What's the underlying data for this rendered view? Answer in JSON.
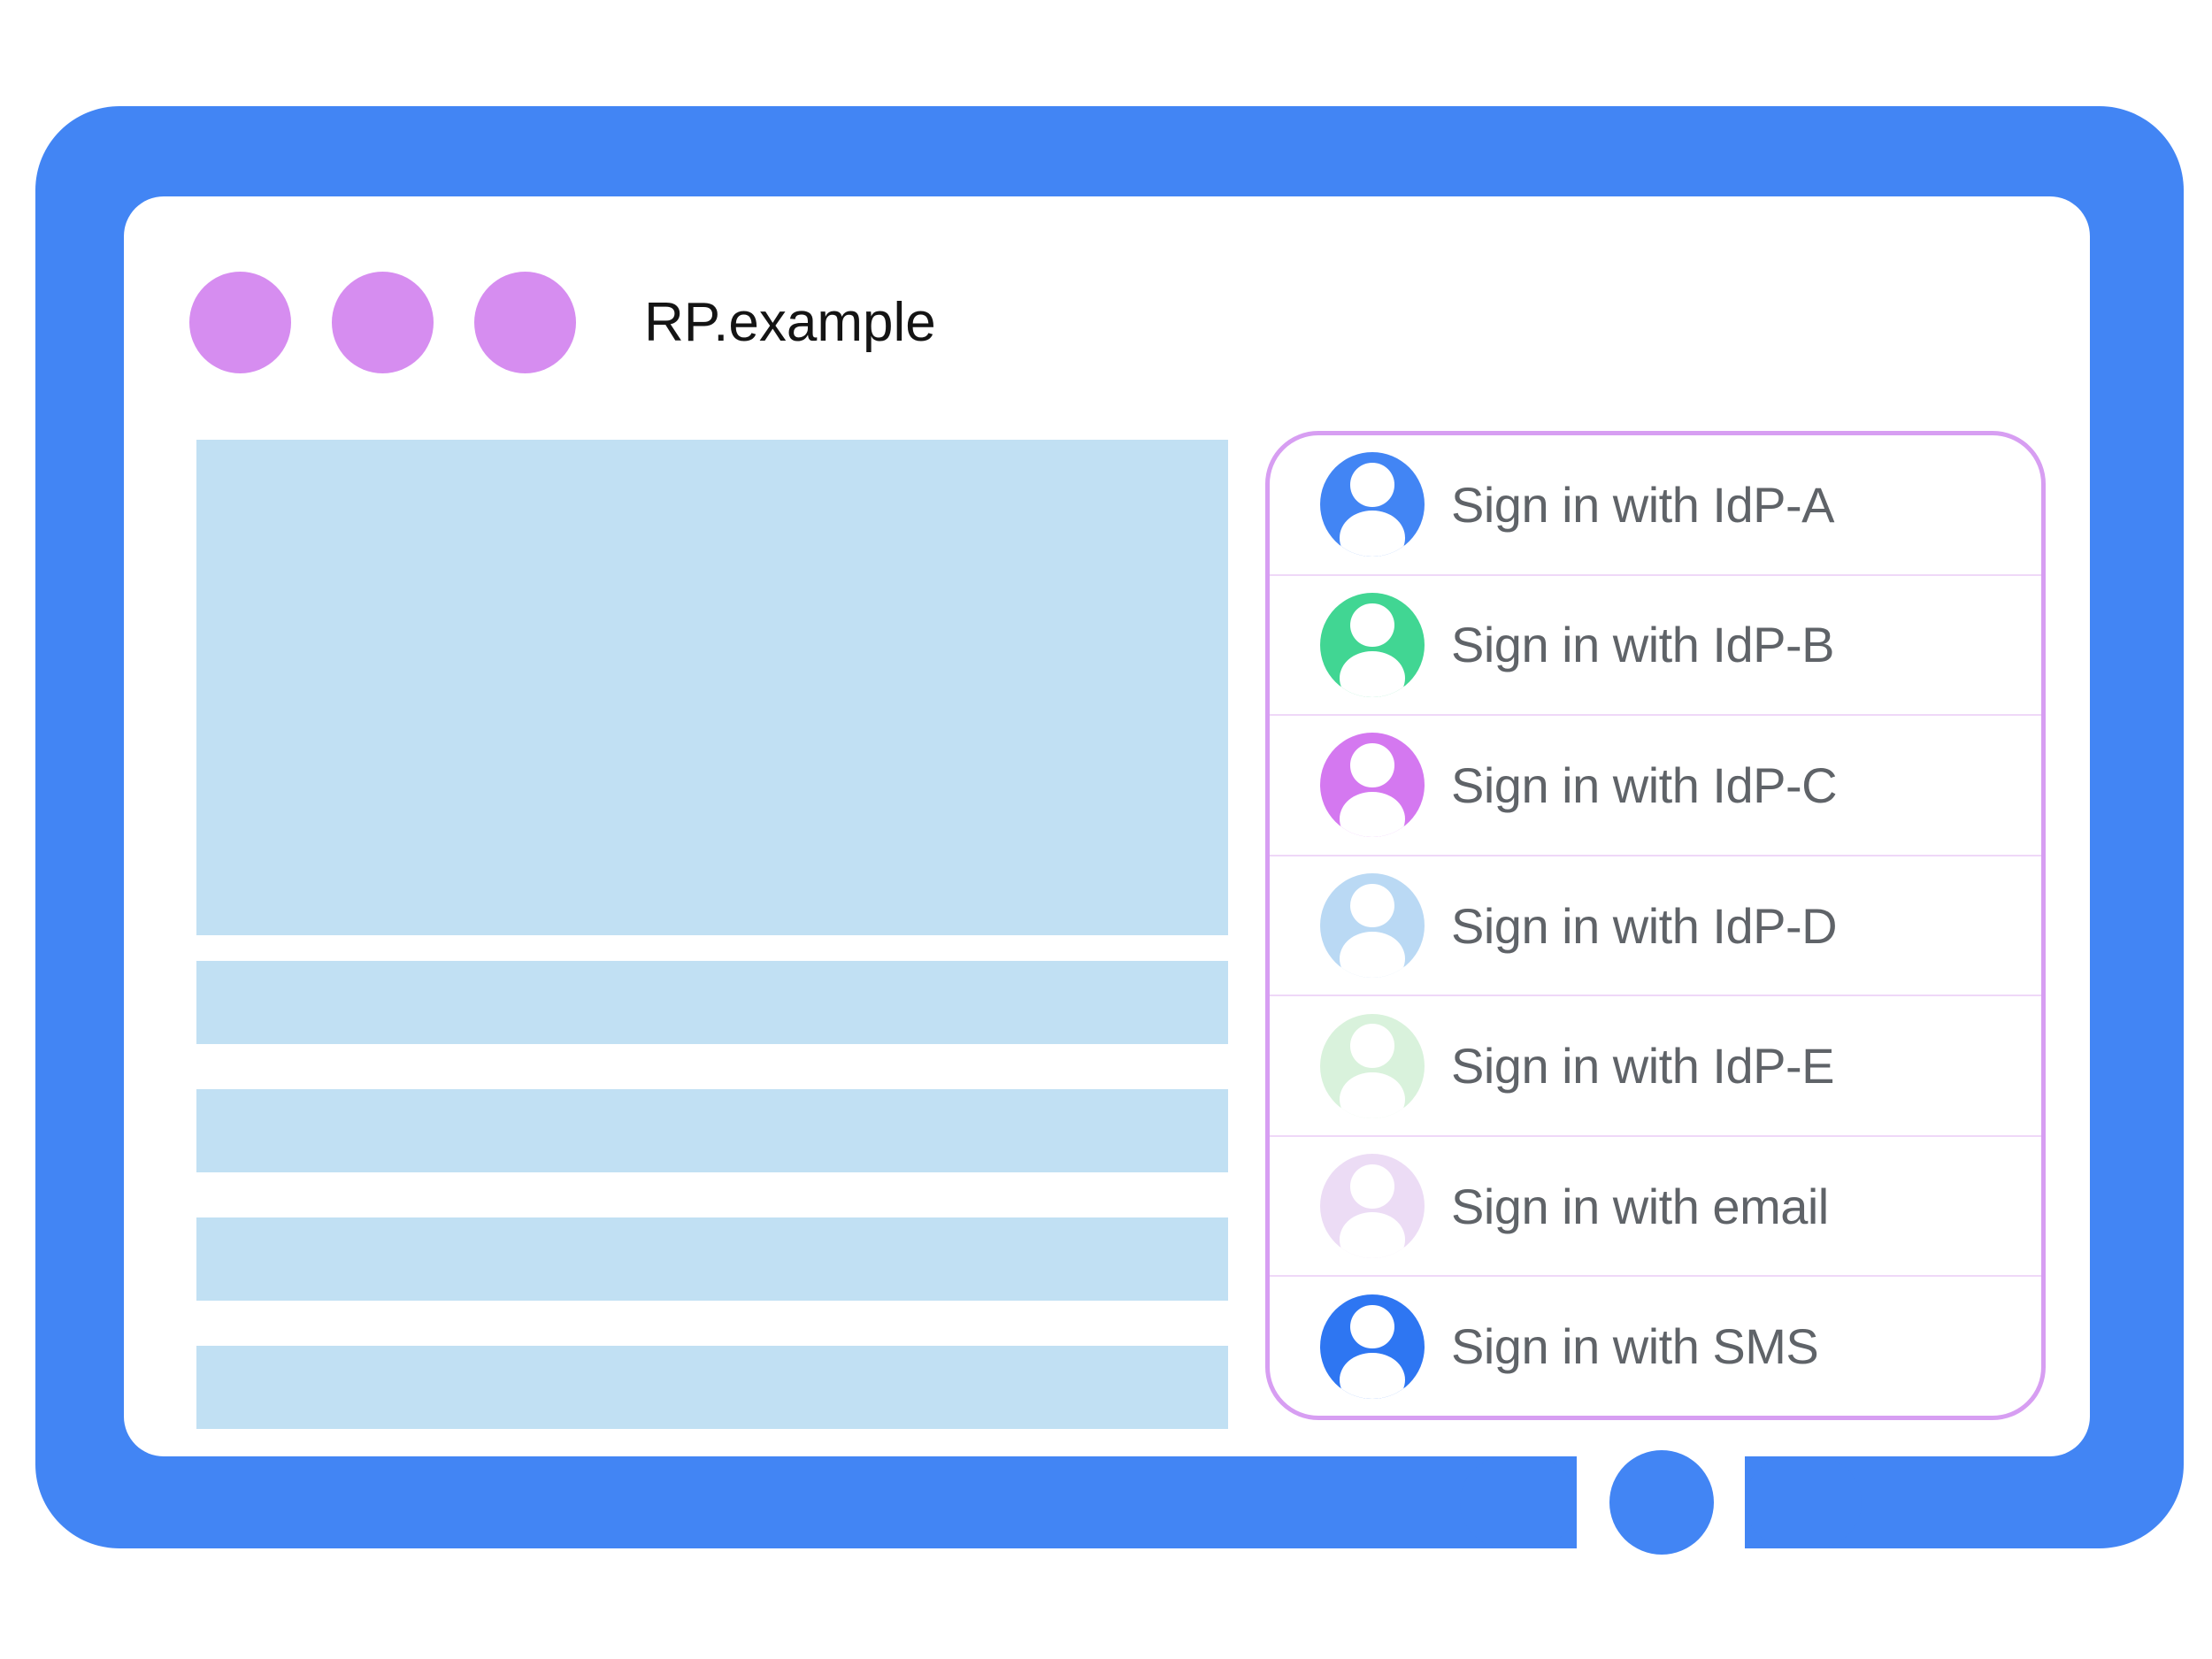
{
  "device": {
    "frame_color": "#4285f4",
    "home_button_icon": "home-button-circle"
  },
  "window": {
    "title": "RP.example",
    "dot_color": "#d68df0",
    "dots": [
      "window-dot",
      "window-dot",
      "window-dot"
    ]
  },
  "content": {
    "placeholder_color": "#c1e0f3",
    "hero_block": "content-placeholder",
    "line_blocks": 4
  },
  "signin_panel": {
    "border_color": "#d79ef2",
    "divider_color": "#efd8f8",
    "label_color": "#5f6368",
    "items": [
      {
        "label": "Sign in with IdP-A",
        "avatar_color": "#4285f4",
        "icon": "person-icon"
      },
      {
        "label": "Sign in with IdP-B",
        "avatar_color": "#41d693",
        "icon": "person-icon"
      },
      {
        "label": "Sign in with IdP-C",
        "avatar_color": "#d478f0",
        "icon": "person-icon"
      },
      {
        "label": "Sign in with IdP-D",
        "avatar_color": "#bad9f4",
        "icon": "person-icon"
      },
      {
        "label": "Sign in with IdP-E",
        "avatar_color": "#d9f2dc",
        "icon": "person-icon"
      },
      {
        "label": "Sign in with email",
        "avatar_color": "#ecdcf5",
        "icon": "person-icon"
      },
      {
        "label": "Sign in with SMS",
        "avatar_color": "#2e76f2",
        "icon": "person-icon"
      }
    ]
  }
}
